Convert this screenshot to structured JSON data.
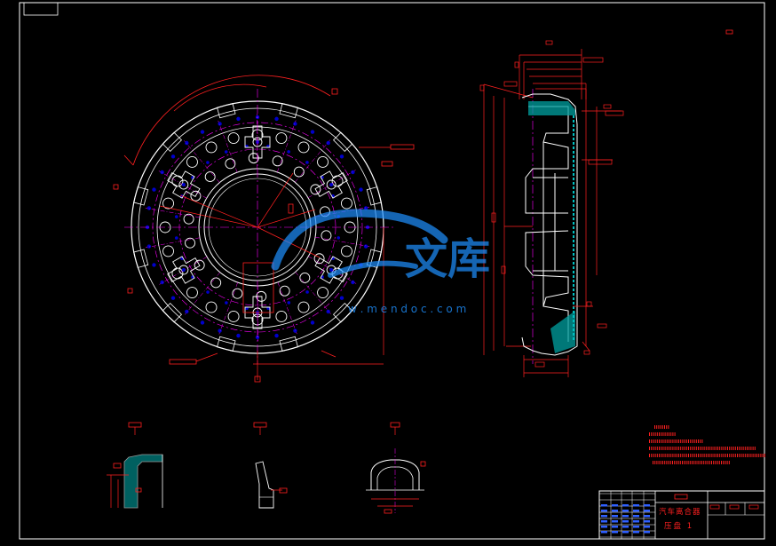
{
  "watermark": {
    "brand_text": "文库",
    "url_text": "w . m e n d o c . c o m"
  },
  "title_block": {
    "drawing_title": "汽车离合器",
    "drawing_subtitle": "压盘 1"
  },
  "colors": {
    "background": "#000000",
    "frame": "#ffffff",
    "center_line": "#ff00ff",
    "geometry": "#ffffff",
    "dimension": "#ff2020",
    "hatch": "#00c0c0",
    "holes": "#0000cc",
    "watermark": "#1e90ff"
  },
  "icons": [
    "cad-drawing",
    "watermark-logo"
  ]
}
